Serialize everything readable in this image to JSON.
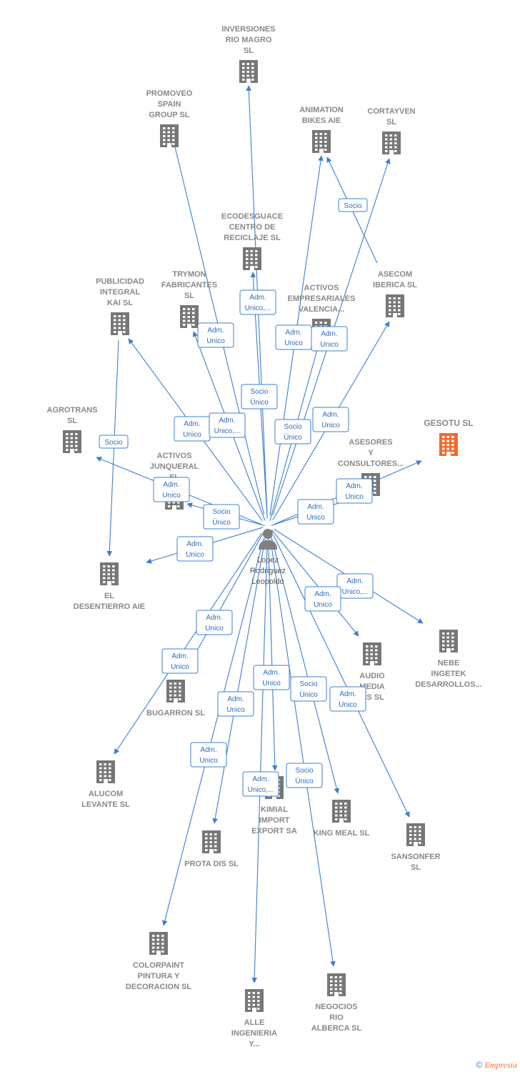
{
  "colors": {
    "edge": "#3d7fd1",
    "building": "#777777",
    "highlight": "#f26a2e",
    "person": "#808080"
  },
  "center": {
    "name": [
      "Lopez",
      "Rodriguez",
      "Leopoldo"
    ],
    "icon": "person-icon"
  },
  "nodes": [
    {
      "id": "inversiones",
      "lines": [
        "INVERSIONES",
        "RIO MAGRO",
        "SL"
      ],
      "highlight": false
    },
    {
      "id": "promoveo",
      "lines": [
        "PROMOVEO",
        "SPAIN",
        "GROUP  SL"
      ],
      "highlight": false
    },
    {
      "id": "animation",
      "lines": [
        "ANIMATION",
        "BIKES AIE"
      ],
      "highlight": false
    },
    {
      "id": "cortayven",
      "lines": [
        "CORTAYVEN",
        "SL"
      ],
      "highlight": false
    },
    {
      "id": "ecodesguace",
      "lines": [
        "ECODESGUACE",
        "CENTRO DE",
        "RECICLAJE  SL"
      ],
      "highlight": false
    },
    {
      "id": "asecom",
      "lines": [
        "ASECOM",
        "IBERICA  SL"
      ],
      "highlight": false
    },
    {
      "id": "publicidad",
      "lines": [
        "PUBLICIDAD",
        "INTEGRAL",
        "KAI  SL"
      ],
      "highlight": false
    },
    {
      "id": "trymon",
      "lines": [
        "TRYMON",
        "FABRICANTES",
        "SL"
      ],
      "highlight": false
    },
    {
      "id": "activos_emp",
      "lines": [
        "ACTIVOS",
        "EMPRESARIALES",
        "VALENCIA..."
      ],
      "highlight": false
    },
    {
      "id": "agrotrans",
      "lines": [
        "AGROTRANS",
        "SL"
      ],
      "highlight": false
    },
    {
      "id": "gesotu",
      "lines": [
        "GESOTU  SL"
      ],
      "highlight": true
    },
    {
      "id": "activos_jun",
      "lines": [
        "ACTIVOS",
        "JUNQUERAL",
        "SL"
      ],
      "highlight": false
    },
    {
      "id": "asesores",
      "lines": [
        "ASESORES",
        "Y",
        "CONSULTORES..."
      ],
      "highlight": false
    },
    {
      "id": "desentierro",
      "lines": [
        "EL",
        "DESENTIERRO AIE"
      ],
      "highlight": false
    },
    {
      "id": "nebe",
      "lines": [
        "NEBE",
        "INGETEK",
        "DESARROLLOS..."
      ],
      "highlight": false
    },
    {
      "id": "audio",
      "lines": [
        "AUDIO",
        "MEDIA",
        "MS  SL"
      ],
      "highlight": false
    },
    {
      "id": "bugarron",
      "lines": [
        "BUGARRON  SL"
      ],
      "highlight": false
    },
    {
      "id": "alucom",
      "lines": [
        "ALUCOM",
        "LEVANTE  SL"
      ],
      "highlight": false
    },
    {
      "id": "kimial",
      "lines": [
        "KIMIAL",
        "IMPORT",
        "EXPORT SA"
      ],
      "highlight": false
    },
    {
      "id": "kingmeal",
      "lines": [
        "KING MEAL  SL"
      ],
      "highlight": false
    },
    {
      "id": "sansonfer",
      "lines": [
        "SANSONFER",
        "SL"
      ],
      "highlight": false
    },
    {
      "id": "protadis",
      "lines": [
        "PROTA DIS  SL"
      ],
      "highlight": false
    },
    {
      "id": "colorpaint",
      "lines": [
        "COLORPAINT",
        "PINTURA Y",
        "DECORACION SL"
      ],
      "highlight": false
    },
    {
      "id": "negocios",
      "lines": [
        "NEGOCIOS",
        "RIO",
        "ALBERCA  SL"
      ],
      "highlight": false
    },
    {
      "id": "alle",
      "lines": [
        "ALLE",
        "INGENIERIA",
        "Y..."
      ],
      "highlight": false
    }
  ],
  "edges": [
    {
      "to": "inversiones",
      "label": []
    },
    {
      "to": "promoveo",
      "label": [
        "Adm.",
        "Unico"
      ]
    },
    {
      "to": "animation",
      "label": [
        "Adm.",
        "Unico"
      ]
    },
    {
      "to": "cortayven",
      "label": [
        "Adm.",
        "Unico"
      ]
    },
    {
      "to": "ecodesguace",
      "label": [
        "Adm.",
        "Unico,..."
      ]
    },
    {
      "to": "asecom",
      "label": [
        "Adm.",
        "Unico"
      ]
    },
    {
      "to": "publicidad",
      "label": [
        "Adm.",
        "Unico"
      ]
    },
    {
      "to": "trymon",
      "label": [
        "Adm.",
        "Unico,..."
      ]
    },
    {
      "to": "activos_emp",
      "label": [
        "Socio",
        "Único"
      ]
    },
    {
      "to": "agrotrans",
      "label": [
        "Adm.",
        "Unico"
      ]
    },
    {
      "to": "gesotu",
      "label": [
        "Adm.",
        "Unico"
      ]
    },
    {
      "to": "activos_jun",
      "label": [
        "Socio",
        "Único"
      ]
    },
    {
      "to": "asesores",
      "label": [
        "Adm.",
        "Unico"
      ]
    },
    {
      "to": "desentierro",
      "label": [
        "Adm.",
        "Unico"
      ]
    },
    {
      "to": "nebe",
      "label": [
        "Adm.",
        "Unico,..."
      ]
    },
    {
      "to": "audio",
      "label": [
        "Adm.",
        "Unico"
      ]
    },
    {
      "to": "bugarron",
      "label": [
        "Adm.",
        "Unico"
      ]
    },
    {
      "to": "alucom",
      "label": [
        "Adm.",
        "Unico"
      ]
    },
    {
      "to": "kimial",
      "label": [
        "Adm.",
        "Unico"
      ]
    },
    {
      "to": "kingmeal",
      "label": [
        "Socio",
        "Único"
      ]
    },
    {
      "to": "sansonfer",
      "label": [
        "Adm.",
        "Unico"
      ]
    },
    {
      "to": "protadis",
      "label": [
        "Adm.",
        "Unico"
      ]
    },
    {
      "to": "colorpaint",
      "label": [
        "Adm.",
        "Unico"
      ]
    },
    {
      "to": "negocios",
      "label": [
        "Socio",
        "Único"
      ]
    },
    {
      "to": "alle",
      "label": [
        "Adm.",
        "Unico,..."
      ]
    },
    {
      "to": "",
      "label": [
        "Socio",
        "Único"
      ]
    }
  ],
  "cross_edges": [
    {
      "from": "asecom",
      "to": "animation",
      "label": [
        "Socio"
      ]
    },
    {
      "from": "publicidad",
      "to": "desentierro",
      "label": [
        "Socio"
      ]
    }
  ],
  "footer": {
    "copyright": "©",
    "brand": "Empresia"
  }
}
